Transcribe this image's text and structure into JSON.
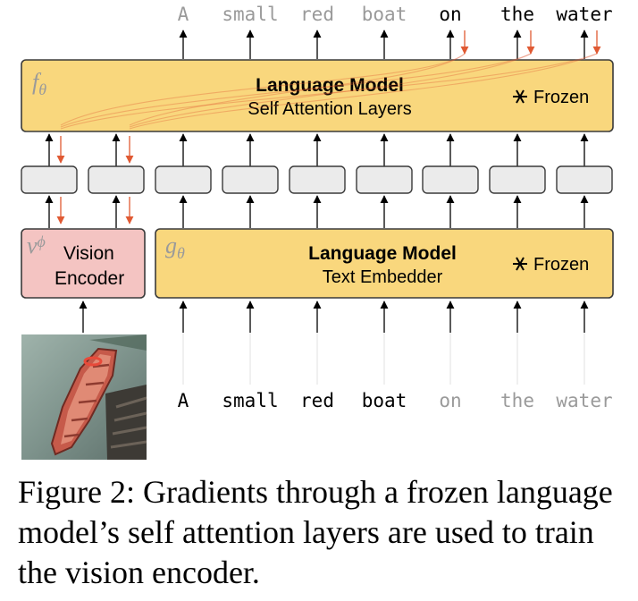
{
  "colors": {
    "lm_fill": "#f9d77d",
    "lm_stroke": "#3a3a3a",
    "vision_fill": "#f4c4c2",
    "token_fill": "#ebebeb",
    "grad_arrow": "#e05a33",
    "muted_text": "#9a9a9a"
  },
  "top_tokens": [
    {
      "text": "A",
      "muted": true
    },
    {
      "text": "small",
      "muted": true
    },
    {
      "text": "red",
      "muted": true
    },
    {
      "text": "boat",
      "muted": true
    },
    {
      "text": "on",
      "muted": false
    },
    {
      "text": "the",
      "muted": false
    },
    {
      "text": "water",
      "muted": false
    }
  ],
  "bottom_tokens": [
    {
      "text": "A",
      "muted": false
    },
    {
      "text": "small",
      "muted": false
    },
    {
      "text": "red",
      "muted": false
    },
    {
      "text": "boat",
      "muted": false
    },
    {
      "text": "on",
      "muted": true
    },
    {
      "text": "the",
      "muted": true
    },
    {
      "text": "water",
      "muted": true
    }
  ],
  "self_attention_box": {
    "symbol": "f",
    "symbol_sub": "θ",
    "title": "Language Model",
    "subtitle": "Self Attention Layers",
    "frozen_icon": "snowflake-icon",
    "frozen_label": "Frozen"
  },
  "text_embedder_box": {
    "symbol": "g",
    "symbol_sub": "θ",
    "title": "Language Model",
    "subtitle": "Text Embedder",
    "frozen_icon": "snowflake-icon",
    "frozen_label": "Frozen"
  },
  "vision_encoder_box": {
    "symbol": "v",
    "symbol_sub": "ϕ",
    "line1": "Vision",
    "line2": "Encoder"
  },
  "image_description_icon": "boat-photo",
  "caption": "Figure 2: Gradients through a frozen language model’s self attention layers are used to train the vision encoder."
}
